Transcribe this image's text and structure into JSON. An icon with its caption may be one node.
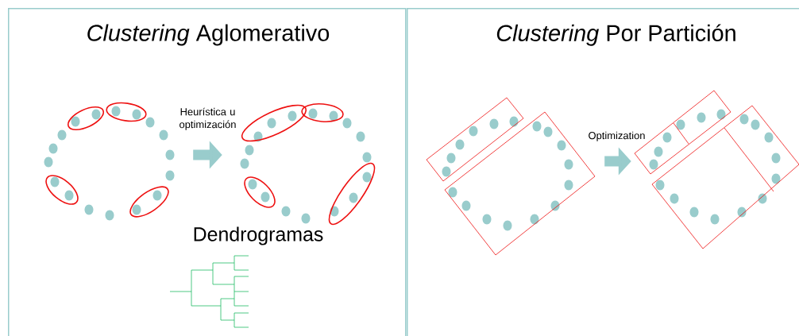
{
  "diagram": {
    "nodes": [
      {
        "text": [
          "*Clustering* Aglomerativo"
        ]
      },
      {
        "text": [
          "*Clustering* Por Partición"
        ]
      },
      {
        "text": [],
        "shape": "picture",
        "in": 0
      },
      {
        "text": [],
        "shape": "picture",
        "in": 0
      },
      {
        "text": [],
        "shape": "picture",
        "in": 1
      },
      {
        "text": [],
        "shape": "picture",
        "in": 1
      }
    ],
    "edges": [
      {
        "from": 2,
        "to": 3,
        "arrow": "to",
        "label": "Heurística u optimización"
      },
      {
        "from": 4,
        "to": 5,
        "arrow": "to",
        "label": "Optimization"
      }
    ],
    "labels": [
      "Dendrogramas"
    ]
  }
}
